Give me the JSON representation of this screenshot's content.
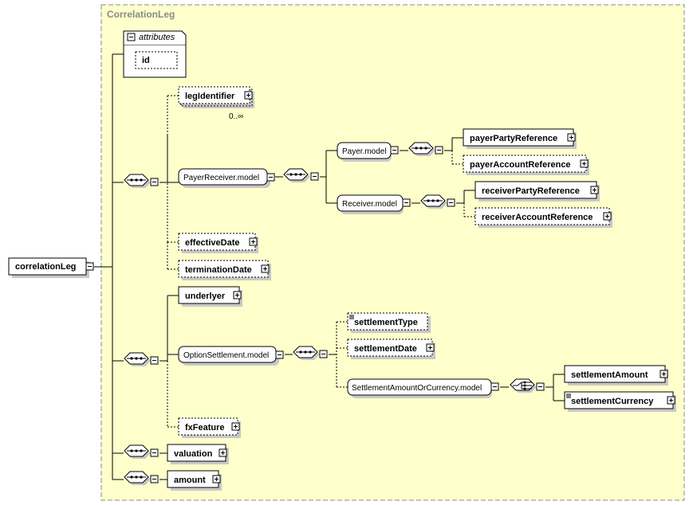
{
  "group": {
    "title": "CorrelationLeg"
  },
  "root": {
    "label": "correlationLeg"
  },
  "attributes": {
    "label": "attributes",
    "items": [
      {
        "label": "id"
      }
    ]
  },
  "elements": {
    "legIdentifier": {
      "label": "legIdentifier",
      "occurs": "0..∞"
    },
    "payerReceiverModel": {
      "label": "PayerReceiver.model"
    },
    "payerModel": {
      "label": "Payer.model"
    },
    "receiverModel": {
      "label": "Receiver.model"
    },
    "payerPartyReference": {
      "label": "payerPartyReference"
    },
    "payerAccountReference": {
      "label": "payerAccountReference"
    },
    "receiverPartyReference": {
      "label": "receiverPartyReference"
    },
    "receiverAccountReference": {
      "label": "receiverAccountReference"
    },
    "effectiveDate": {
      "label": "effectiveDate"
    },
    "terminationDate": {
      "label": "terminationDate"
    },
    "underlyer": {
      "label": "underlyer"
    },
    "optionSettlementModel": {
      "label": "OptionSettlement.model"
    },
    "settlementType": {
      "label": "settlementType"
    },
    "settlementDate": {
      "label": "settlementDate"
    },
    "settlementAmountOrCurrencyModel": {
      "label": "SettlementAmountOrCurrency.model"
    },
    "settlementAmount": {
      "label": "settlementAmount"
    },
    "settlementCurrency": {
      "label": "settlementCurrency"
    },
    "fxFeature": {
      "label": "fxFeature"
    },
    "valuation": {
      "label": "valuation"
    },
    "amount": {
      "label": "amount"
    }
  },
  "colors": {
    "background": "#ffffcc",
    "border": "#888888",
    "shadow": "#c8c8c8"
  }
}
